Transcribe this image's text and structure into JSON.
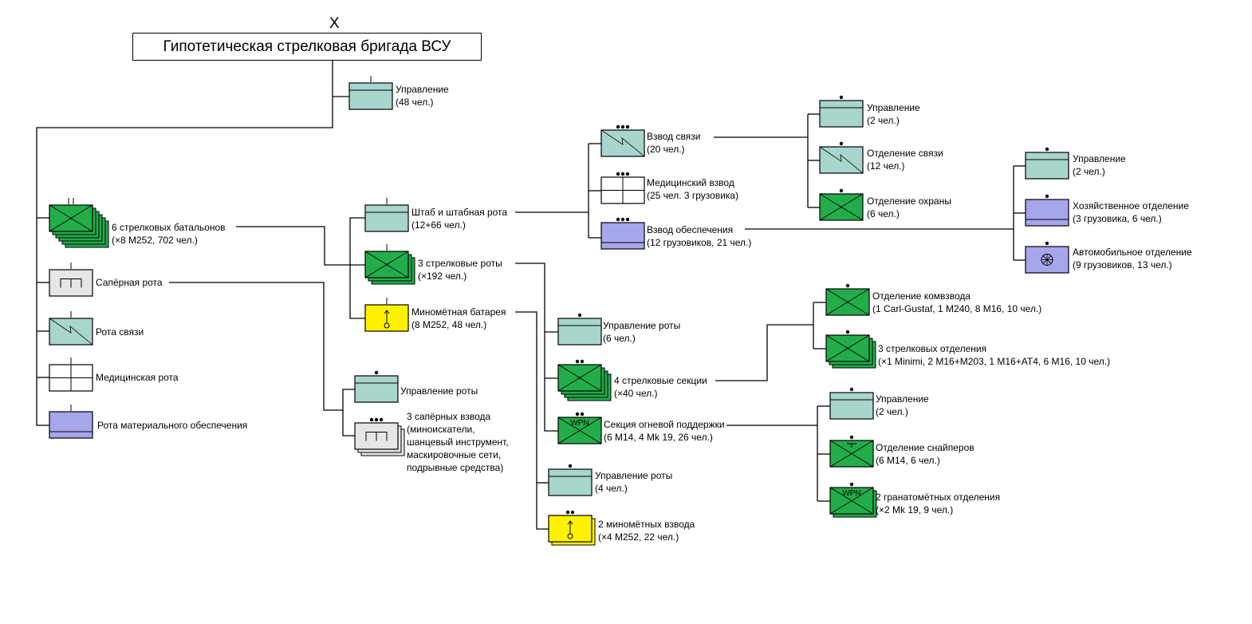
{
  "title": {
    "echelon_mark": "X",
    "text": "Гипотетическая стрелковая бригада ВСУ"
  },
  "colors": {
    "hq": "#a8d5cc",
    "infantry": "#22ad4a",
    "engineer": "#e6e6e6",
    "medical": "#ffffff",
    "supply": "#a6a6ea",
    "mortar": "#fff200",
    "line": "#000000"
  },
  "units": [
    {
      "id": "brig-hq",
      "name": "Управление",
      "detail": "(48 чел.)",
      "type": "hq",
      "echelon": "I",
      "stack": 1
    },
    {
      "id": "battalions",
      "name": "6 стрелковых батальонов",
      "detail": "(×8 M252, 702 чел.)",
      "type": "infantry",
      "echelon": "II",
      "stack": 6
    },
    {
      "id": "sapper-co",
      "name": "Сапёрная рота",
      "detail": "",
      "type": "engineer",
      "echelon": "I",
      "stack": 1
    },
    {
      "id": "signal-co",
      "name": "Рота связи",
      "detail": "",
      "type": "signal",
      "echelon": "I",
      "stack": 1
    },
    {
      "id": "medical-co",
      "name": "Медицинская рота",
      "detail": "",
      "type": "medical",
      "echelon": "I",
      "stack": 1
    },
    {
      "id": "supply-co",
      "name": "Рота материального обеспечения",
      "detail": "",
      "type": "supply",
      "echelon": "I",
      "stack": 1
    },
    {
      "id": "bn-hq",
      "name": "Штаб и штабная рота",
      "detail": "(12+66 чел.)",
      "type": "hq",
      "echelon": "I",
      "stack": 1
    },
    {
      "id": "rifle-cos",
      "name": "3 стрелковые роты",
      "detail": "(×192 чел.)",
      "type": "infantry",
      "echelon": "I",
      "stack": 3
    },
    {
      "id": "mortar-bty",
      "name": "Миномётная батарея",
      "detail": "(8 M252, 48 чел.)",
      "type": "mortar",
      "echelon": "I",
      "stack": 1
    },
    {
      "id": "sapper-hq",
      "name": "Управление роты",
      "detail": "",
      "type": "hq",
      "echelon": "•",
      "stack": 1
    },
    {
      "id": "sapper-plts",
      "name": "3 сапёрных взвода",
      "detail": "(миноискатели,\nшанцевый инструмент,\nмаскировочные сети,\nподрывные средства)",
      "type": "engineer",
      "echelon": "•••",
      "stack": 3
    },
    {
      "id": "signal-plt",
      "name": "Взвод связи",
      "detail": "(20 чел.)",
      "type": "signal",
      "echelon": "•••",
      "stack": 1
    },
    {
      "id": "med-plt",
      "name": "Медицинский взвод",
      "detail": "(25 чел. 3 грузовика)",
      "type": "medical",
      "echelon": "•••",
      "stack": 1
    },
    {
      "id": "supply-plt",
      "name": "Взвод обеспечения",
      "detail": "(12 грузовиков, 21 чел.)",
      "type": "supply",
      "echelon": "•••",
      "stack": 1
    },
    {
      "id": "sig-hq",
      "name": "Управление",
      "detail": "(2 чел.)",
      "type": "hq",
      "echelon": "•",
      "stack": 1
    },
    {
      "id": "sig-sec",
      "name": "Отделение связи",
      "detail": "(12 чел.)",
      "type": "signal",
      "echelon": "•",
      "stack": 1
    },
    {
      "id": "guard-sec",
      "name": "Отделение охраны",
      "detail": "(6 чел.)",
      "type": "infantry",
      "echelon": "•",
      "stack": 1
    },
    {
      "id": "sup-hq",
      "name": "Управление",
      "detail": "(2 чел.)",
      "type": "hq",
      "echelon": "•",
      "stack": 1
    },
    {
      "id": "sup-house",
      "name": "Хозяйственное отделение",
      "detail": "(3 грузовика, 6 чел.)",
      "type": "supply",
      "echelon": "•",
      "stack": 1
    },
    {
      "id": "sup-motor",
      "name": "Автомобильное отделение",
      "detail": "(9 грузовиков, 13 чел.)",
      "type": "motor",
      "echelon": "•",
      "stack": 1
    },
    {
      "id": "co-hq",
      "name": "Управление роты",
      "detail": "(6 чел.)",
      "type": "hq",
      "echelon": "•",
      "stack": 1
    },
    {
      "id": "rifle-plts",
      "name": "4 стрелковые секции",
      "detail": "(×40 чел.)",
      "type": "infantry",
      "echelon": "••",
      "stack": 4
    },
    {
      "id": "fire-sup",
      "name": "Секция огневой поддержки",
      "detail": "(6 M14, 4 Mk 19, 26 чел.)",
      "type": "weapons",
      "echelon": "••",
      "stack": 1
    },
    {
      "id": "plt-hq-sec",
      "name": "Отделение комвзвода",
      "detail": "(1 Carl-Gustaf, 1 M240, 8 M16, 10 чел.)",
      "type": "infantry",
      "echelon": "•",
      "stack": 1
    },
    {
      "id": "rifle-secs",
      "name": "3 стрелковых отделения",
      "detail": "(×1 Minimi, 2 M16+M203, 1 M16+AT4, 6 M16, 10 чел.)",
      "type": "infantry",
      "echelon": "•",
      "stack": 3
    },
    {
      "id": "fs-hq",
      "name": "Управление",
      "detail": "(2 чел.)",
      "type": "hq",
      "echelon": "•",
      "stack": 1
    },
    {
      "id": "sniper-sec",
      "name": "Отделение снайперов",
      "detail": "(6 M14, 6 чел.)",
      "type": "sniper",
      "echelon": "•",
      "stack": 1
    },
    {
      "id": "gl-secs",
      "name": "2 гранатомётных отделения",
      "detail": "(×2 Mk 19, 9 чел.)",
      "type": "weapons",
      "echelon": "•",
      "stack": 2
    },
    {
      "id": "mortar-hq",
      "name": "Управление роты",
      "detail": "(4 чел.)",
      "type": "hq",
      "echelon": "•",
      "stack": 1
    },
    {
      "id": "mortar-plts",
      "name": "2 миномётных взвода",
      "detail": "(×4 M252, 22 чел.)",
      "type": "mortar",
      "echelon": "••",
      "stack": 2
    }
  ],
  "wpn_text": "WPN"
}
